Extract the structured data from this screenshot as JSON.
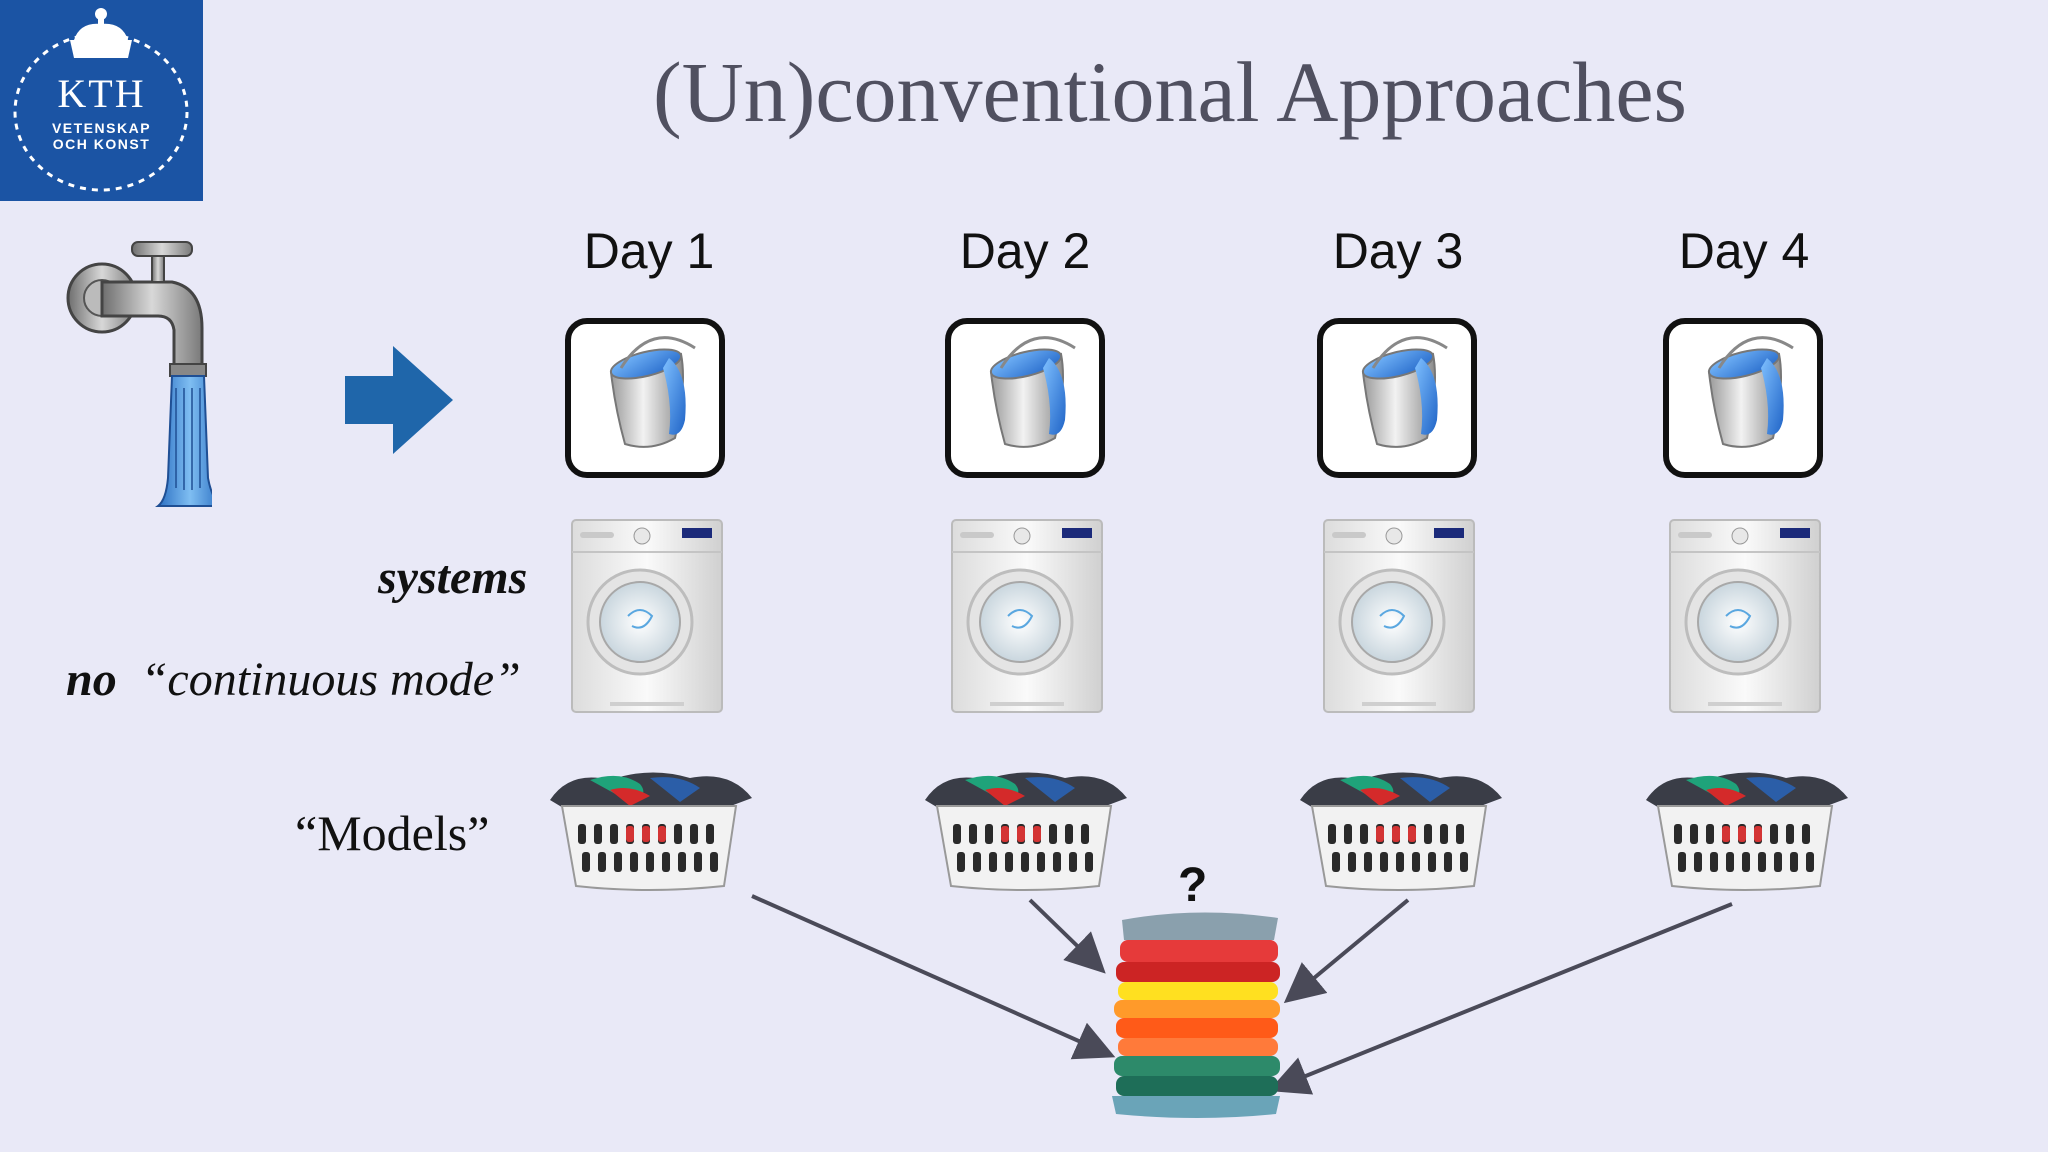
{
  "logo": {
    "name": "KTH",
    "line1": "VETENSKAP",
    "line2": "OCH KONST",
    "color": "#1b54a4"
  },
  "title": "(Un)conventional Approaches",
  "days": [
    {
      "label": "Day 1"
    },
    {
      "label": "Day 2"
    },
    {
      "label": "Day 3"
    },
    {
      "label": "Day 4"
    }
  ],
  "labels": {
    "systems": "systems",
    "no": "no",
    "continuous_mode": "“continuous mode”",
    "models": "“Models”",
    "question": "?"
  },
  "icons": {
    "faucet": "faucet-icon",
    "arrow": "right-arrow-icon",
    "bucket": "water-bucket-icon",
    "washer": "washing-machine-icon",
    "basket": "laundry-basket-icon",
    "stack": "folded-clothes-stack-icon"
  },
  "colors": {
    "background": "#e9e9f7",
    "arrow": "#1f66aa",
    "water": "#2f7fd6"
  }
}
